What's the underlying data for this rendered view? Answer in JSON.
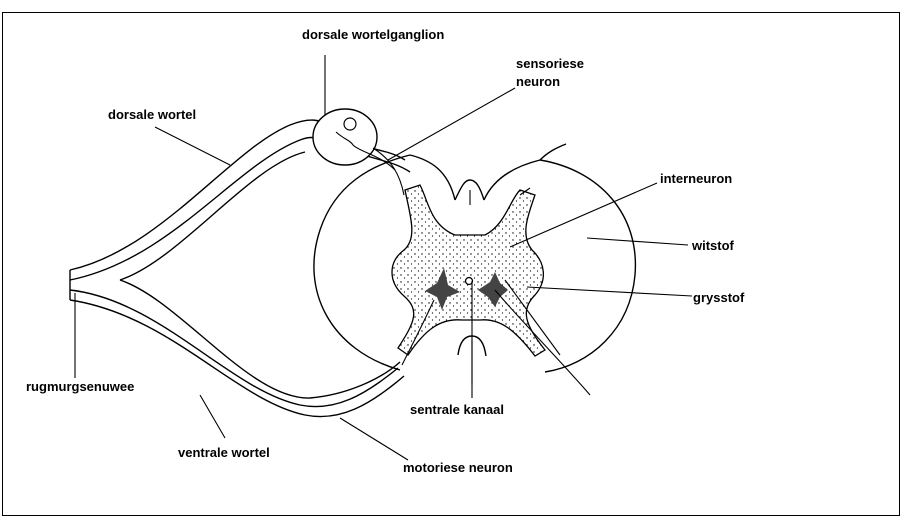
{
  "title": "",
  "labels": {
    "dorsal_root_ganglion": "dorsale wortelganglion",
    "sensory_neuron_line1": "sensoriese",
    "sensory_neuron_line2": "neuron",
    "dorsal_root": "dorsale wortel",
    "interneuron": "interneuron",
    "white_matter": "witstof",
    "grey_matter": "grysstof",
    "spinal_nerve": "rugmurgsenuwee",
    "central_canal": "sentrale kanaal",
    "ventral_root": "ventrale wortel",
    "motor_neuron": "motoriese neuron"
  }
}
